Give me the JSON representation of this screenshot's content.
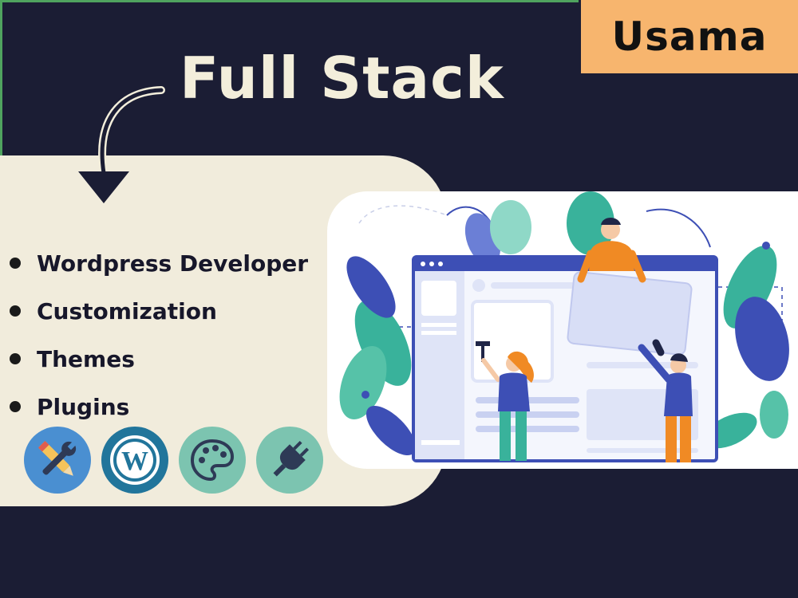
{
  "badge": {
    "name": "Usama"
  },
  "hero": {
    "title": "Full Stack"
  },
  "features": [
    {
      "label": "Wordpress Developer"
    },
    {
      "label": "Customization"
    },
    {
      "label": "Themes"
    },
    {
      "label": "Plugins"
    }
  ],
  "service_icons": [
    {
      "icon": "tools-icon",
      "bg": "#4a8fd1"
    },
    {
      "icon": "wordpress-icon",
      "bg": "#21759b"
    },
    {
      "icon": "palette-icon",
      "bg": "#7cc4b0"
    },
    {
      "icon": "plug-icon",
      "bg": "#7cc4b0"
    }
  ],
  "colors": {
    "background": "#1b1d34",
    "badge": "#f7b56e",
    "title": "#f3eedb",
    "panel": "#f1ecdc",
    "accent_blue": "#3d4fb5",
    "accent_teal": "#39b29b",
    "accent_orange": "#f08a24"
  }
}
